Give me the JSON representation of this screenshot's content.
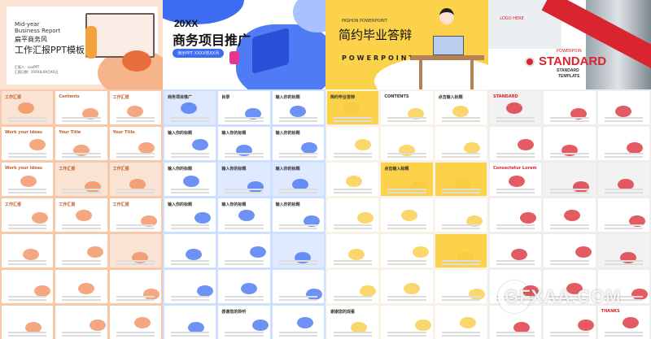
{
  "templates": [
    {
      "id": "orange",
      "accent": "#f08a55",
      "bg": "#fbe3d3",
      "hero": {
        "subtitle_en_1": "Mid-year",
        "subtitle_en_2": "Business Report",
        "title_1": "扁平商务风",
        "title_2": "工作汇报PPT模板",
        "reporter": "汇报人：xxxPPT",
        "date": "汇报日期：20XX年XX月XX日"
      },
      "thumbs": [
        "工作汇报",
        "Contents",
        "工作汇报",
        "Work your Ideas",
        "Your Title",
        "Your Title",
        "Work your Ideas",
        "工作汇报",
        "工作汇报",
        "工作汇报",
        "工作汇报",
        "工作汇报",
        "",
        "",
        "",
        "",
        "",
        "",
        "",
        "",
        ""
      ]
    },
    {
      "id": "blue",
      "accent": "#3d6cf2",
      "bg": "#dfe9ff",
      "hero": {
        "year": "20XX",
        "title": "商务项目推广",
        "pill": "演示PPT  XXXX年XX月"
      },
      "thumbs": [
        "商务项目推广",
        "目录",
        "输入你的标题",
        "输入你的标题",
        "输入你的标题",
        "输入你的标题",
        "输入你的标题",
        "输入你的标题",
        "输入你的标题",
        "输入你的标题",
        "输入你的标题",
        "输入你的标题",
        "",
        "",
        "",
        "",
        "",
        "",
        "",
        "感谢您的聆听",
        ""
      ]
    },
    {
      "id": "yellow",
      "accent": "#f7c93c",
      "bg": "#fbd24a",
      "hero": {
        "tag": "FASHON POWERPOINT",
        "title": "简约毕业答辩",
        "word": "POWERPOINT"
      },
      "thumbs": [
        "简约毕业答辩",
        "CONTENTS",
        "点击输入标题",
        "",
        "",
        "",
        "",
        "点击输入标题",
        "",
        "",
        "",
        "",
        "",
        "",
        "",
        "",
        "",
        "",
        "谢谢您的观看",
        "",
        ""
      ]
    },
    {
      "id": "red",
      "accent": "#d9252f",
      "bg": "#f2f2f2",
      "hero": {
        "logo": "LOGO HERE",
        "pre": "POWERPOIN",
        "title": "STANDARD",
        "sub_1": "STANDARD",
        "sub_2": "TEMPLATE"
      },
      "thumbs": [
        "STANDARD",
        "",
        "",
        "",
        "",
        "",
        "Consectetur Lorem",
        "",
        "",
        "",
        "",
        "",
        "",
        "",
        "",
        "",
        "",
        "",
        "",
        "",
        "THANKS"
      ]
    }
  ],
  "watermark": "GFXAA.COM"
}
